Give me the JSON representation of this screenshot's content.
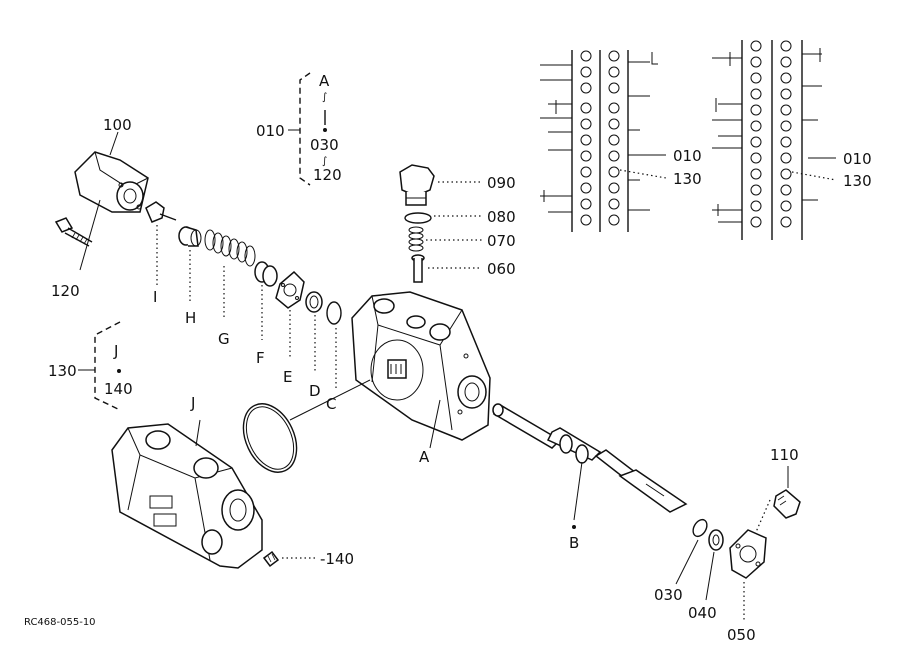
{
  "diagram": {
    "callouts": {
      "p100": "100",
      "p120": "120",
      "p010": "010",
      "p130": "130",
      "p090": "090",
      "p080": "080",
      "p070": "070",
      "p060": "060",
      "p110": "110",
      "p140": "-140",
      "p030": "030",
      "p040": "040",
      "p050": "050",
      "ref010a": "010",
      "ref130a": "130",
      "ref010b": "010",
      "ref130b": "130"
    },
    "letters": {
      "I": "I",
      "H": "H",
      "G": "G",
      "F": "F",
      "E": "E",
      "D": "D",
      "C": "C",
      "A": "A",
      "B": "B",
      "J": "J"
    },
    "group010": {
      "top": "A",
      "mid": "030",
      "bot": "120",
      "sep1": "∫",
      "sep2": "∫"
    },
    "group130": {
      "top": "J",
      "bot": "140"
    },
    "footer_code": "RC468-055-10"
  }
}
